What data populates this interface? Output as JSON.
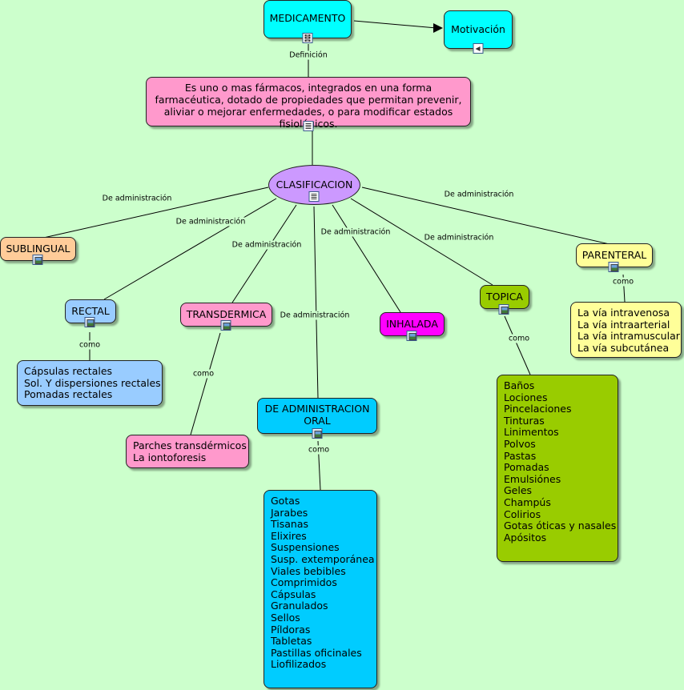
{
  "nodes": {
    "medicamento": "MEDICAMENTO",
    "motivacion": "Motivación",
    "definicion_text": "Es uno o mas fármacos, integrados en una forma farmacéutica, dotado de propiedades que permitan prevenir, aliviar o mejorar enfermedades, o para modificar estados fisiológicos.",
    "clasificacion": "CLASIFICACION",
    "sublingual": "SUBLINGUAL",
    "rectal": "RECTAL",
    "transdermica": "TRANSDERMICA",
    "oral": "DE ADMINISTRACION ORAL",
    "inhalada": "INHALADA",
    "topica": "TOPICA",
    "parenteral": "PARENTERAL"
  },
  "labels": {
    "definicion": "Definición",
    "de_administracion": "De administración",
    "como": "como"
  },
  "lists": {
    "rectal": [
      "Cápsulas rectales",
      "Sol. Y dispersiones rectales",
      "Pomadas rectales"
    ],
    "transdermica": [
      "Parches transdérmicos",
      "La iontoforesis"
    ],
    "oral": [
      "Gotas",
      "Jarabes",
      "Tisanas",
      "Elixires",
      "Suspensiones",
      "Susp. extemporánea",
      "Viales bebibles",
      "Comprimidos",
      "Cápsulas",
      "Granulados",
      "Sellos",
      "Píldoras",
      "Tabletas",
      "Pastillas oficinales",
      "Liofilizados"
    ],
    "topica": [
      "Baños",
      "Lociones",
      "Pincelaciones",
      "Tinturas",
      "Linimentos",
      "Polvos",
      "Pastas",
      "Pomadas",
      "Emulsiónes",
      "Geles",
      "Champús",
      "Colirios",
      "Gotas óticas y nasales",
      "Apósitos"
    ],
    "parenteral": [
      "La vía intravenosa",
      "La vía intraarterial",
      "La vía intramuscular",
      "La vía subcutánea"
    ]
  },
  "colors": {
    "background": "#ccffcc",
    "cyan": "#00ffff",
    "pink": "#ff99cc",
    "lavender": "#cc99ff",
    "peach": "#ffcc99",
    "light_blue": "#99ccff",
    "deep_sky": "#00ccff",
    "magenta": "#ff00ff",
    "olive_green": "#99cc00",
    "light_yellow": "#ffff99"
  }
}
